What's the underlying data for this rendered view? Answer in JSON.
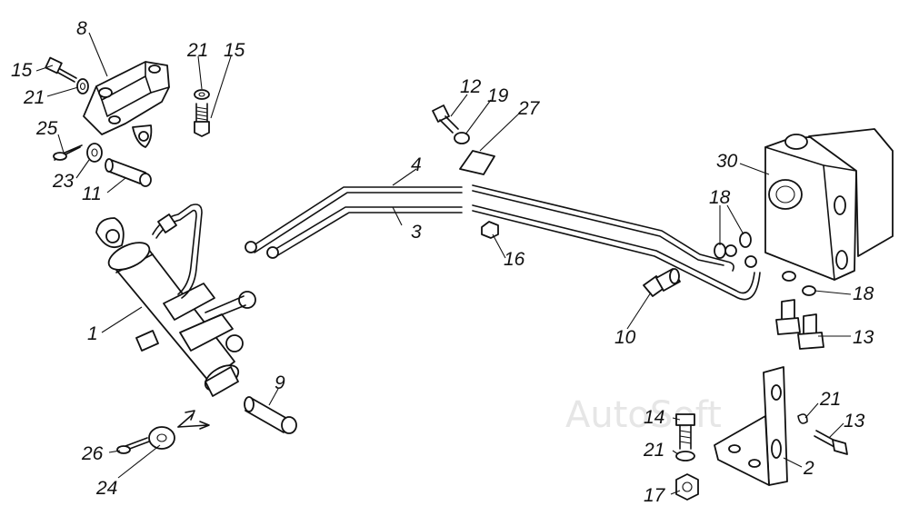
{
  "watermark": "AutoSoft",
  "labels": {
    "l1": "1",
    "l2": "2",
    "l3": "3",
    "l4": "4",
    "l8": "8",
    "l9": "9",
    "l10": "10",
    "l11": "11",
    "l12": "12",
    "l13a": "13",
    "l13b": "13",
    "l14": "14",
    "l15a": "15",
    "l15b": "15",
    "l16": "16",
    "l17": "17",
    "l18a": "18",
    "l18b": "18",
    "l19": "19",
    "l21a": "21",
    "l21b": "21",
    "l21c": "21",
    "l21d": "21",
    "l23": "23",
    "l24": "24",
    "l25": "25",
    "l26": "26",
    "l27": "27",
    "l30": "30"
  }
}
